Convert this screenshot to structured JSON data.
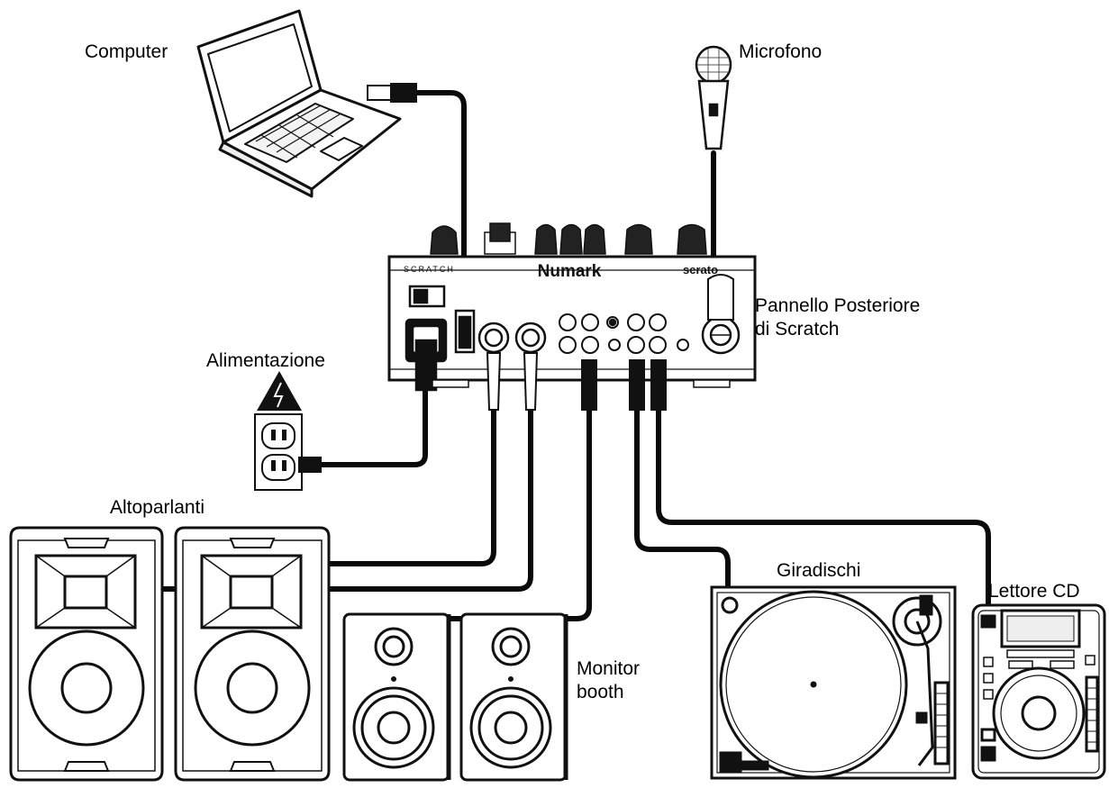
{
  "labels": {
    "computer": "Computer",
    "microphone": "Microfono",
    "rear_panel_line1": "Pannello Posteriore",
    "rear_panel_line2": "di Scratch",
    "power": "Alimentazione",
    "speakers": "Altoparlanti",
    "turntable": "Giradischi",
    "cd_player": "Lettore CD",
    "booth_line1": "Monitor",
    "booth_line2": "booth"
  },
  "mixer": {
    "brand": "Numark",
    "left_tag": "SCRATCH",
    "right_tag": "serato"
  },
  "colors": {
    "stroke": "#111111",
    "cable": "#0a0a0a",
    "background": "#ffffff"
  }
}
